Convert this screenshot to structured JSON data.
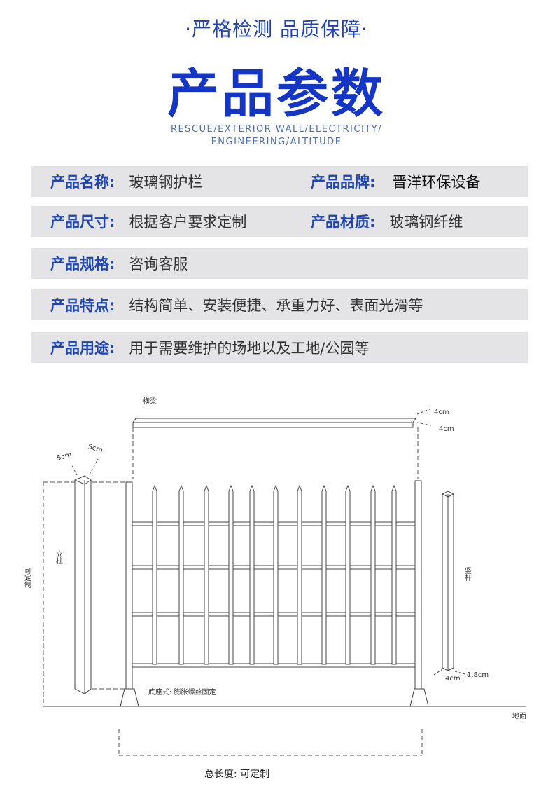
{
  "header": {
    "tagline": "·严格检测 品质保障·",
    "title": "产品参数",
    "subtitle_line1": "RESCUE/EXTERIOR WALL/ELECTRICITY/",
    "subtitle_line2": "ENGINEERING/ALTITUDE"
  },
  "params": {
    "name_label": "产品名称:",
    "name_value": "玻璃钢护栏",
    "brand_label": "产品品牌:",
    "brand_value": "晋洋环保设备",
    "size_label": "产品尺寸:",
    "size_value": "根据客户要求定制",
    "material_label": "产品材质:",
    "material_value": "玻璃钢纤维",
    "spec_label": "产品规格:",
    "spec_value": "咨询客服",
    "feature_label": "产品特点:",
    "feature_value": "结构简单、安装便捷、承重力好、表面光滑等",
    "usage_label": "产品用途:",
    "usage_value": "用于需要维护的场地以及工地/公园等"
  },
  "diagram": {
    "beam": "横梁",
    "dim_4cm_a": "4cm",
    "dim_4cm_b": "4cm",
    "dim_5cm_a": "5cm",
    "dim_5cm_b": "5cm",
    "post": "立柱",
    "height": "可定制",
    "picket": "竖杆",
    "base": "底座式: 膨胀螺丝固定",
    "dim_18cm": "1.8cm",
    "dim_4cm_c": "4cm",
    "ground": "地面",
    "total_length": "总长度: 可定制"
  }
}
